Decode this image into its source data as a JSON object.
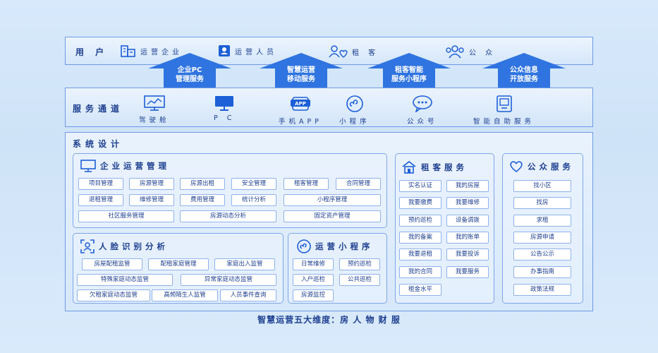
{
  "users": {
    "label": "用 户",
    "items": [
      {
        "label": "运营企业",
        "icon": "building-icon"
      },
      {
        "label": "运营人员",
        "icon": "id-card-icon"
      },
      {
        "label": "租  客",
        "icon": "tenant-icon"
      },
      {
        "label": "公  众",
        "icon": "group-icon"
      }
    ]
  },
  "arrows": [
    {
      "line1": "企业PC",
      "line2": "管理服务"
    },
    {
      "line1": "智慧运营",
      "line2": "移动服务"
    },
    {
      "line1": "租客智能",
      "line2": "服务小程序"
    },
    {
      "line1": "公众信息",
      "line2": "开放服务"
    }
  ],
  "channels": {
    "label": "服务通道",
    "items": [
      {
        "label": "驾驶舱",
        "icon": "dashboard-monitor-icon"
      },
      {
        "label": "P C",
        "icon": "pc-monitor-icon"
      },
      {
        "label": "手机APP",
        "icon": "mobile-app-icon"
      },
      {
        "label": "小程序",
        "icon": "mini-program-icon"
      },
      {
        "label": "公众号",
        "icon": "chat-bubble-icon"
      },
      {
        "label": "智能自助服务",
        "icon": "kiosk-icon"
      }
    ]
  },
  "system": {
    "label": "系统设计",
    "enterprise": {
      "title": "企业运营管理",
      "chips": [
        "项目管理",
        "房源管理",
        "房源出租",
        "安全管理",
        "租客管理",
        "合同管理",
        "退租管理",
        "维修管理",
        "费用管理",
        "统计分析",
        "小程序管理",
        "社区服务管理",
        "房源动态分析",
        "固定资产管理"
      ]
    },
    "face": {
      "title": "人脸识别分析",
      "chips": [
        "房屋配租监管",
        "配租家庭管理",
        "家庭出入监管",
        "特殊家庭动态监管",
        "异常家庭动态监管",
        "欠租家庭动态监管",
        "高频陌生人监管",
        "人员事件查询"
      ]
    },
    "mini": {
      "title": "运营小程序",
      "chips": [
        "日常维修",
        "预约巡检",
        "入户巡检",
        "公共巡检",
        "房源监控"
      ]
    },
    "tenant": {
      "title": "租客服务",
      "chips": [
        "实名认证",
        "我的房屋",
        "我要缴费",
        "我要维修",
        "预约巡检",
        "设备调拨",
        "我的备案",
        "我的账单",
        "我要退租",
        "我要投诉",
        "我的合同",
        "我要服务",
        "租金水平"
      ]
    },
    "public": {
      "title": "公众服务",
      "chips": [
        "找小区",
        "找房",
        "求租",
        "房源申请",
        "公告公示",
        "办事指南",
        "政策法规"
      ]
    }
  },
  "footer": "智慧运营五大维度：房  人  物  财  服",
  "colors": {
    "primary": "#1d5fd6",
    "text": "#1d3f8f",
    "border": "#7ea6e8"
  }
}
